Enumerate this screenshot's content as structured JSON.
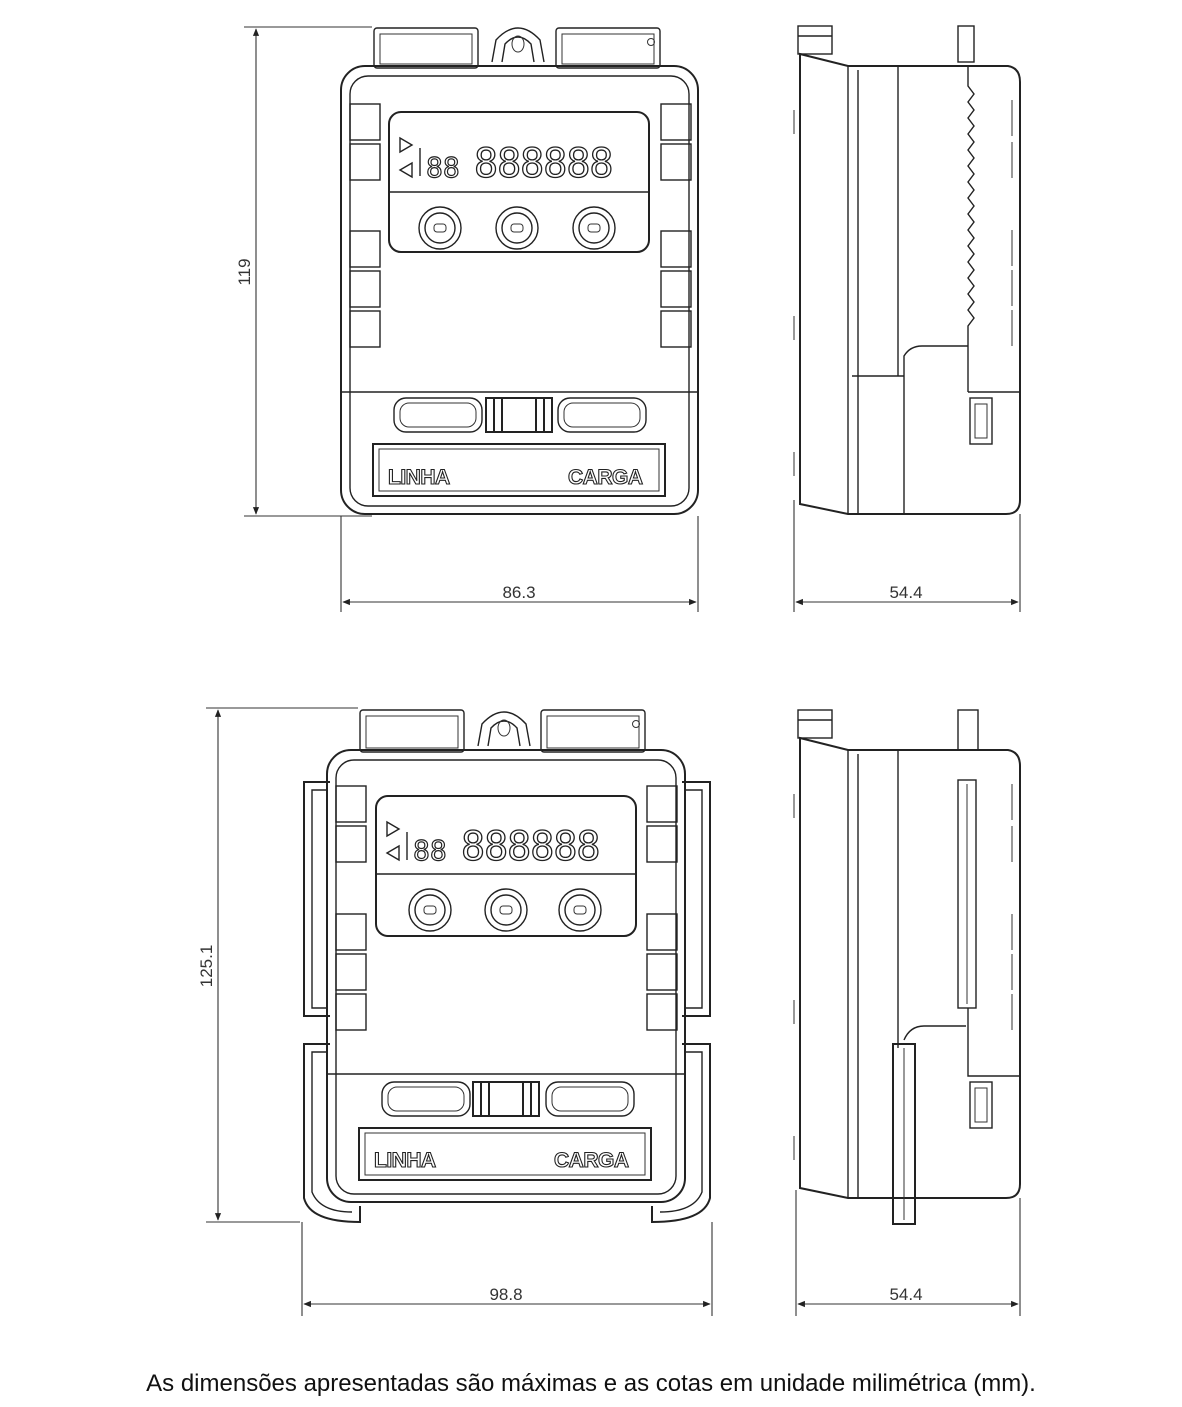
{
  "views": {
    "front_top": {
      "display_digits": "888888",
      "display_small_digits": "88",
      "label_left": "LINHA",
      "label_right": "CARGA"
    },
    "front_bottom": {
      "display_digits": "888888",
      "display_small_digits": "88",
      "label_left": "LINHA",
      "label_right": "CARGA"
    }
  },
  "dimensions": {
    "height_top": "119",
    "width_top": "86.3",
    "depth_top": "54.4",
    "height_bottom": "125.1",
    "width_bottom": "98.8",
    "depth_bottom": "54.4"
  },
  "caption": "As dimensões apresentadas são máximas e as cotas em unidade milimétrica (mm)."
}
